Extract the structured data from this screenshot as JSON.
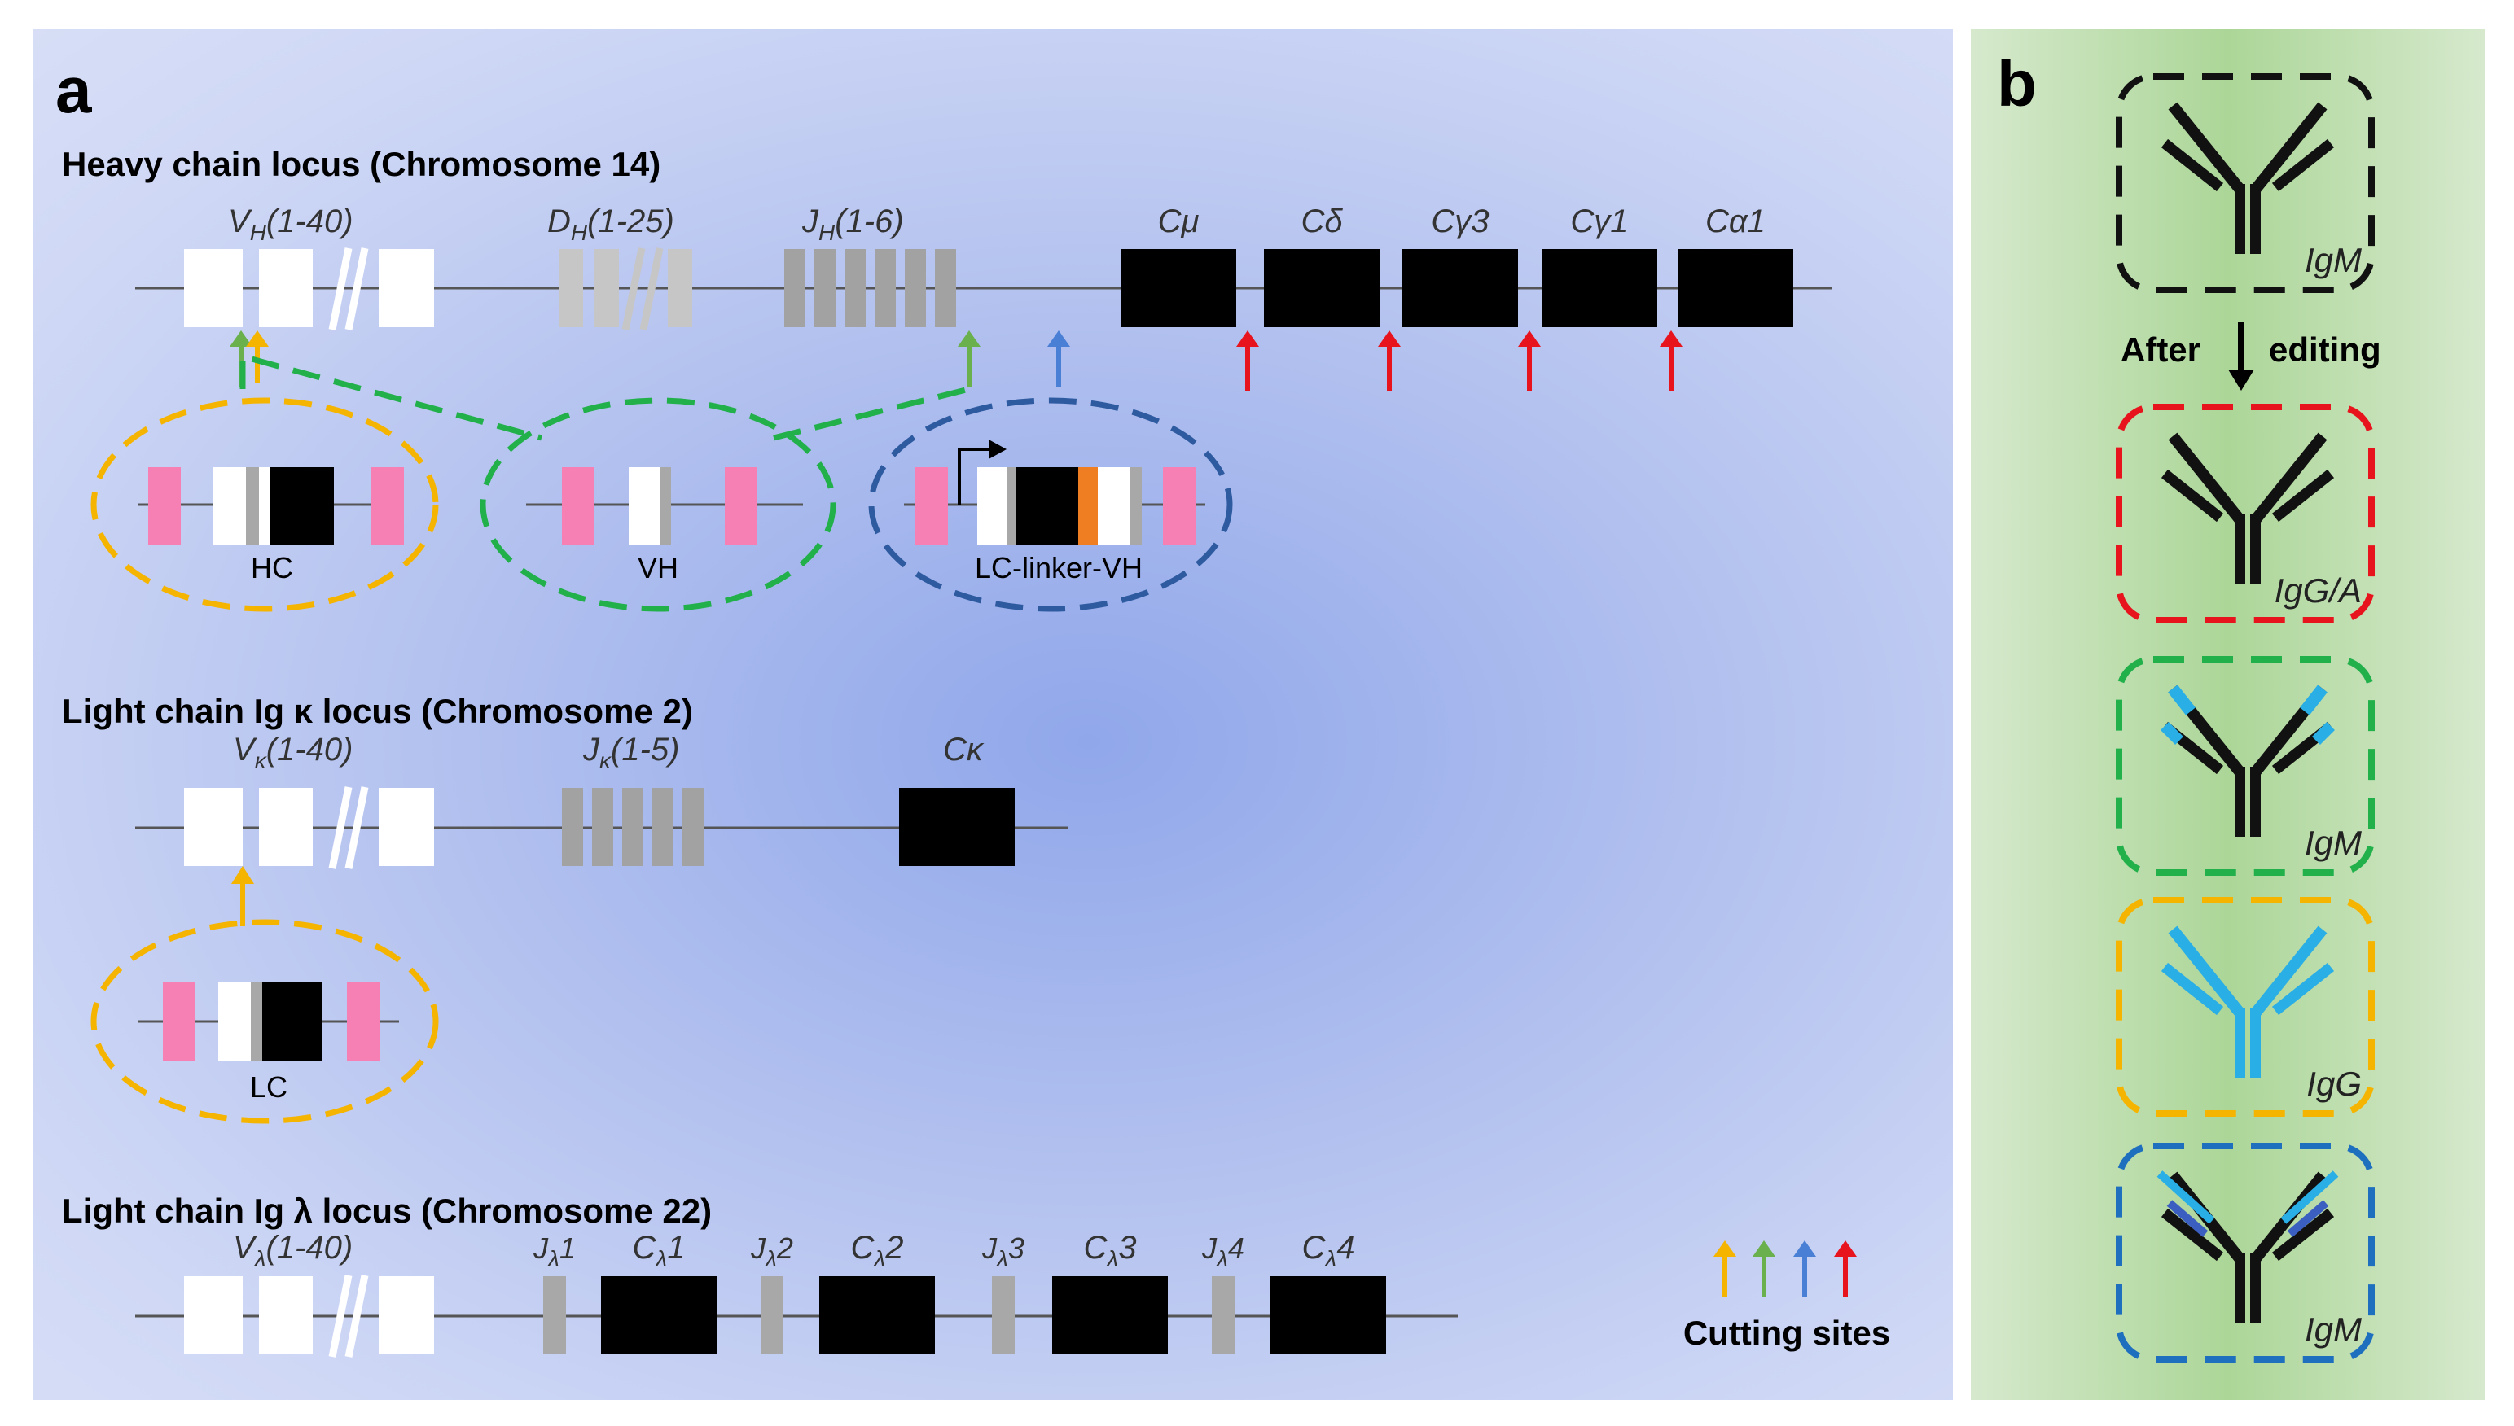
{
  "panel_a": {
    "letter": "a",
    "heavy": {
      "title": "Heavy chain locus (Chromosome 14)",
      "vh": "V<sub>H</sub>(1-40)",
      "dh": "D<sub>H</sub>(1-25)",
      "jh": "J<sub>H</sub>(1-6)",
      "constant": [
        "Cμ",
        "Cδ",
        "Cγ3",
        "Cγ1",
        "Cα1"
      ]
    },
    "constructs": {
      "hc": "HC",
      "vh": "VH",
      "lc_linker_vh": "LC-linker-VH",
      "lc": "LC"
    },
    "kappa": {
      "title": "Light chain Ig κ locus (Chromosome 2)",
      "v": "V<sub>κ</sub>(1-40)",
      "j": "J<sub>κ</sub>(1-5)",
      "c": "Cκ"
    },
    "lambda": {
      "title": "Light chain Ig λ locus (Chromosome 22)",
      "v": "V<sub>λ</sub>(1-40)",
      "segments": [
        "J<sub>λ</sub>1",
        "C<sub>λ</sub>1",
        "J<sub>λ</sub>2",
        "C<sub>λ</sub>2",
        "J<sub>λ</sub>3",
        "C<sub>λ</sub>3",
        "J<sub>λ</sub>4",
        "C<sub>λ</sub>4"
      ]
    },
    "legend": "Cutting sites"
  },
  "panel_b": {
    "letter": "b",
    "after": "After",
    "editing": "editing",
    "isotypes": [
      "IgM",
      "IgG/A",
      "IgM",
      "IgG",
      "IgM"
    ]
  },
  "colors": {
    "yellow": "#f5b400",
    "green": "#22b04b",
    "blue": "#2e5aa0",
    "red": "#e8141d",
    "arrow_green": "#6ab04c",
    "arrow_blue": "#4a7fd6",
    "pink": "#f680b4",
    "orange": "#ef7d22",
    "cyan": "#29aee6",
    "gray": "#a8a8a8"
  }
}
